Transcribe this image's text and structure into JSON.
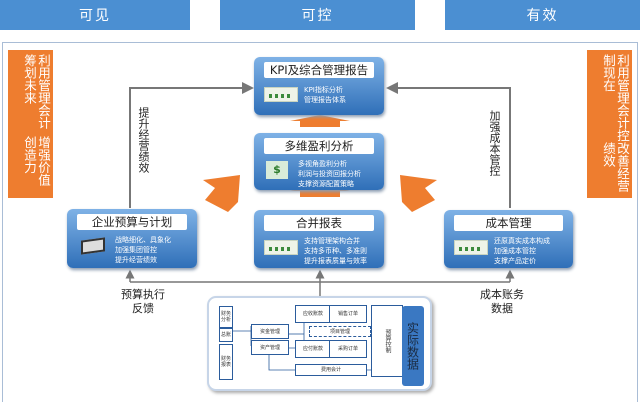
{
  "header": {
    "visible": "可见",
    "controllable": "可控",
    "effective": "有效"
  },
  "left_banner": {
    "line1": "利用管理会计筹划未来",
    "line2": "增强价值创造力"
  },
  "right_banner": {
    "line1": "利用管理会计控制现在",
    "line2": "改善经营绩效"
  },
  "kpi": {
    "title": "KPI及综合管理报告",
    "items": [
      "KPI指标分析",
      "管理报告体系"
    ]
  },
  "profit": {
    "title": "多维盈利分析",
    "items": [
      "多视角盈利分析",
      "利润与投资回报分析",
      "支撑资源配置策略"
    ]
  },
  "consolidation": {
    "title": "合并报表",
    "items": [
      "支持管理架构合并",
      "支持多币种、多准则",
      "提升报表质量与效率"
    ]
  },
  "budget": {
    "title": "企业预算与计划",
    "items": [
      "战略细化、具象化",
      "加强集团管控",
      "提升经营绩效"
    ]
  },
  "cost": {
    "title": "成本管理",
    "items": [
      "还原真实成本构成",
      "加强成本管控",
      "支撑产品定价"
    ]
  },
  "labels": {
    "left_up": "提升经营绩效",
    "right_up": "加强成本管控",
    "left_bottom": [
      "预算执行",
      "反馈"
    ],
    "right_bottom": [
      "成本账务",
      "数据"
    ]
  },
  "diagram": {
    "fin_analysis": "财务分析",
    "ledger": "总账",
    "fin_report": "财务报表",
    "fund": "资金管理",
    "asset": "资产管理",
    "ar": "应收账款",
    "sales": "销售订单",
    "project": "项目管理",
    "ap": "应付账款",
    "purchase": "采购订单",
    "expense": "费用会计",
    "budget_ctrl": "预算控制",
    "actual": "实际数据"
  }
}
